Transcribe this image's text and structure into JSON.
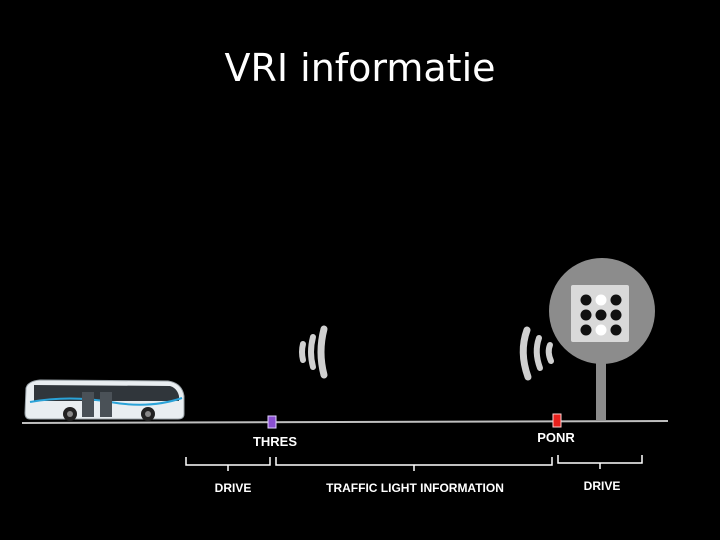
{
  "slide": {
    "title": "VRI informatie"
  },
  "markers": [
    {
      "id": "thres",
      "label": "THRES",
      "color": "#8a4fd1"
    },
    {
      "id": "ponr",
      "label": "PONR",
      "color": "#e8201c"
    }
  ],
  "phases": [
    {
      "id": "drive-1",
      "label": "DRIVE"
    },
    {
      "id": "traffic-light-information",
      "label": "TRAFFIC LIGHT INFORMATION"
    },
    {
      "id": "drive-2",
      "label": "DRIVE"
    }
  ],
  "icons": {
    "bus": "bus-icon",
    "signal_out": "radio-waves-icon",
    "signal_in": "radio-waves-icon",
    "traffic_light": "traffic-light-sign-icon"
  },
  "colors": {
    "background": "#000000",
    "road": "#bfbfbf",
    "sign_disc": "#8c8c8c",
    "sign_panel": "#d9d9d9",
    "lamp_on": "#ffffff",
    "lamp_off": "#111111",
    "bus_accent": "#2aa3d8"
  }
}
